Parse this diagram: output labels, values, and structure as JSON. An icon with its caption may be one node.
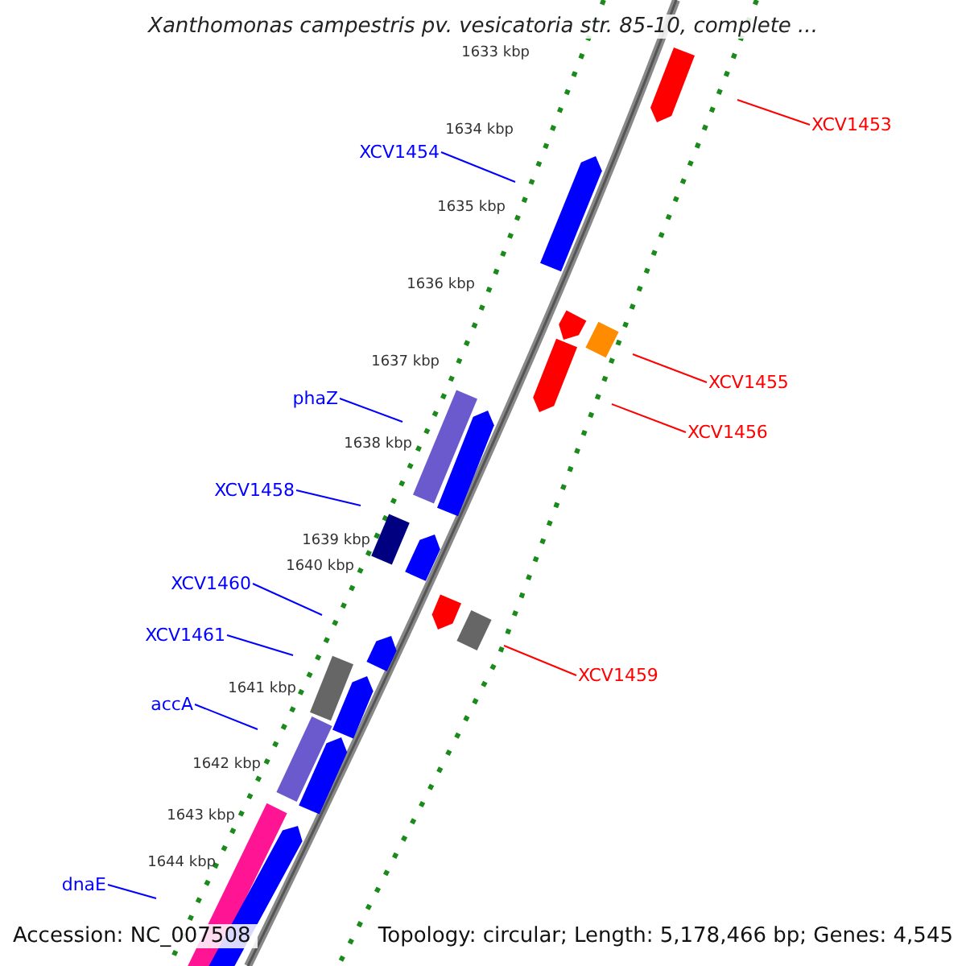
{
  "diagram": {
    "title": "Xanthomonas campestris pv. vesicatoria str. 85-10, complete ...",
    "nodes": [
      {
        "text": [
          "XCV1453"
        ]
      },
      {
        "text": [
          "XCV1454"
        ]
      },
      {
        "text": [
          "XCV1455"
        ]
      },
      {
        "text": [
          "phaZ"
        ]
      },
      {
        "text": [
          "XCV1456"
        ]
      },
      {
        "text": [
          "XCV1458"
        ]
      },
      {
        "text": [
          "XCV1460"
        ]
      },
      {
        "text": [
          "XCV1461"
        ]
      },
      {
        "text": [
          "XCV1459"
        ]
      },
      {
        "text": [
          "accA"
        ]
      },
      {
        "text": [
          "dnaE"
        ]
      }
    ],
    "edges": [
      {
        "from": 0,
        "to": null,
        "arrow": "none",
        "color": "#ff0000"
      },
      {
        "from": 1,
        "to": null,
        "arrow": "none"
      },
      {
        "from": 2,
        "to": null,
        "arrow": "none",
        "color": "#ff0000"
      },
      {
        "from": 3,
        "to": null,
        "arrow": "none"
      },
      {
        "from": 4,
        "to": null,
        "arrow": "none",
        "color": "#ff0000"
      },
      {
        "from": 5,
        "to": null,
        "arrow": "none"
      },
      {
        "from": 6,
        "to": null,
        "arrow": "none"
      },
      {
        "from": 7,
        "to": null,
        "arrow": "none"
      },
      {
        "from": 8,
        "to": null,
        "arrow": "none",
        "color": "#ff0000"
      },
      {
        "from": 9,
        "to": null,
        "arrow": "none"
      },
      {
        "from": 10,
        "to": null,
        "arrow": "none"
      }
    ],
    "labels": [
      "1633 kbp",
      "1634 kbp",
      "1635 kbp",
      "1636 kbp",
      "1637 kbp",
      "1638 kbp",
      "1639 kbp",
      "1640 kbp",
      "1641 kbp",
      "1642 kbp",
      "1643 kbp",
      "1644 kbp",
      "Accession: NC_007508",
      "Topology: circular; Length: 5,178,466 bp; Genes: 4,545"
    ]
  }
}
